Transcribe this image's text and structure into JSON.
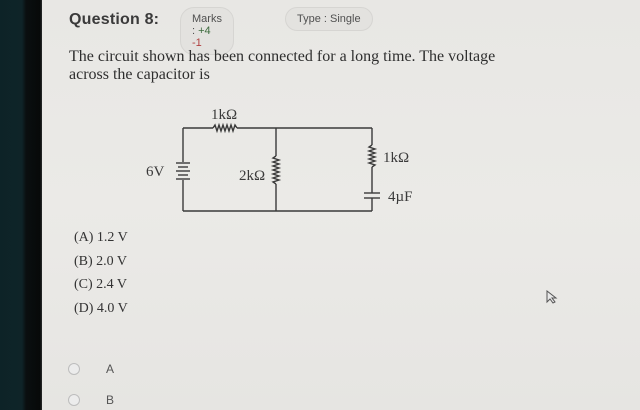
{
  "header": {
    "question_title": "Question 8:",
    "marks_label": "Marks :",
    "marks_positive": "+4",
    "marks_negative": "-1",
    "type_label": "Type :",
    "type_value": "Single"
  },
  "question": {
    "text": "The circuit shown has been connected for a long time. The voltage across the capacitor is"
  },
  "circuit": {
    "battery_label": "6V",
    "top_resistor_label": "1kΩ",
    "middle_resistor_label": "2kΩ",
    "right_resistor_label": "1kΩ",
    "capacitor_label": "4µF"
  },
  "options": [
    {
      "label": "(A) 1.2 V"
    },
    {
      "label": "(B) 2.0 V"
    },
    {
      "label": "(C) 2.4 V"
    },
    {
      "label": "(D) 4.0 V"
    }
  ],
  "answer_choices": [
    {
      "label": "A"
    },
    {
      "label": "B"
    }
  ],
  "colors": {
    "marks_positive": "#3d6b3d",
    "marks_negative": "#b04040",
    "background": "#e9e8e5"
  }
}
